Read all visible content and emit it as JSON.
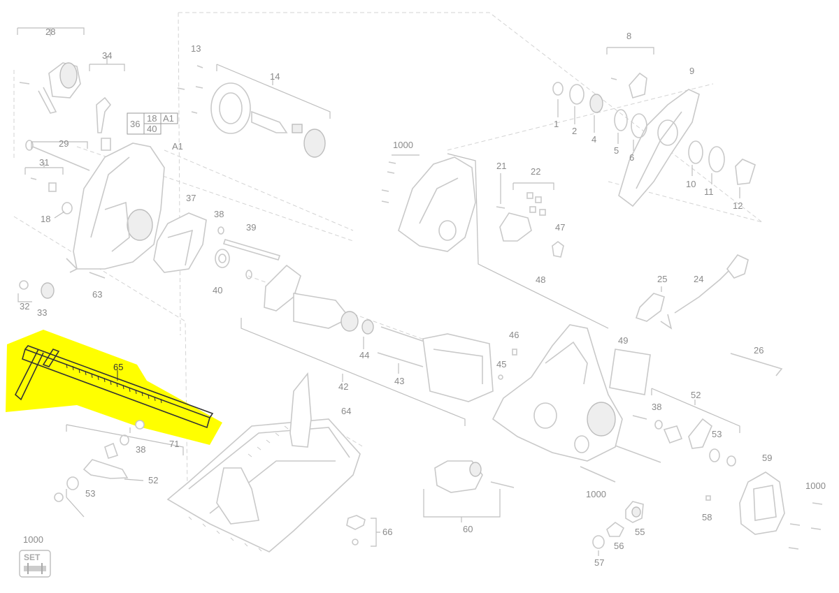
{
  "diagram": {
    "highlight_color": "#ffff00",
    "highlighted_part": {
      "label": "65"
    },
    "part_labels": {
      "p28": "28",
      "p34": "34",
      "p13": "13",
      "p14": "14",
      "p36": "36",
      "p18a": "18",
      "pA1a": "A1",
      "p40a": "40",
      "pA1b": "A1",
      "p29": "29",
      "p31": "31",
      "p18b": "18",
      "p37": "37",
      "p38a": "38",
      "p39": "39",
      "p32": "32",
      "p33": "33",
      "p63": "63",
      "p40b": "40",
      "p1000a": "1000",
      "p8": "8",
      "p9": "9",
      "p1": "1",
      "p2": "2",
      "p4": "4",
      "p5": "5",
      "p6": "6",
      "p10": "10",
      "p11": "11",
      "p12": "12",
      "p21": "21",
      "p22": "22",
      "p47": "47",
      "p48": "48",
      "p25": "25",
      "p24": "24",
      "p46": "46",
      "p45": "45",
      "p44": "44",
      "p43": "43",
      "p42": "42",
      "p49": "49",
      "p26": "26",
      "p52a": "52",
      "p38b": "38",
      "p53a": "53",
      "p64": "64",
      "p71": "71",
      "p38c": "38",
      "p52b": "52",
      "p53b": "53",
      "p59": "59",
      "p1000b": "1000",
      "p58": "58",
      "p1000c": "1000",
      "p60": "60",
      "p55": "55",
      "p56": "56",
      "p57": "57",
      "p66": "66",
      "p1000d": "1000"
    },
    "set_badge": "SET"
  }
}
